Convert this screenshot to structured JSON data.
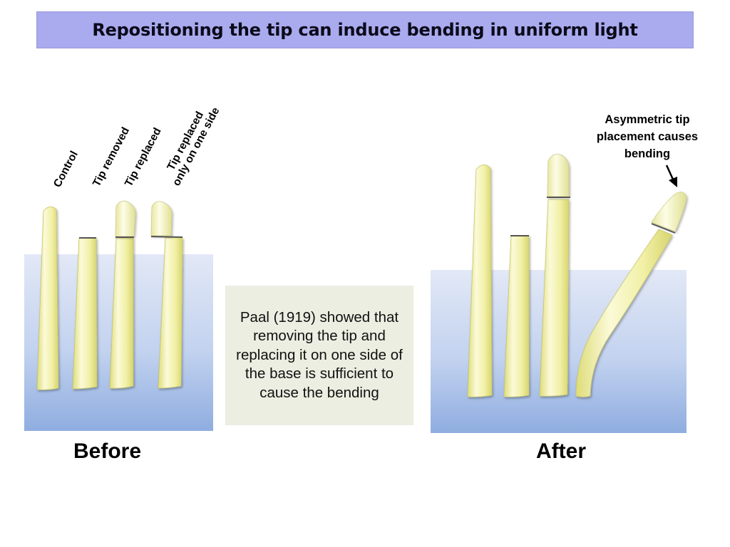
{
  "title": "Repositioning the tip can induce bending in uniform light",
  "conditions": {
    "control": "Control",
    "tip_removed": "Tip removed",
    "tip_replaced": "Tip replaced",
    "tip_replaced_side_line1": "Tip replaced",
    "tip_replaced_side_line2": "only on one side"
  },
  "note": "Paal (1919) showed that removing the tip and replacing it on one side of the base is sufficient to cause the bending",
  "before_label": "Before",
  "after_label": "After",
  "annotation": "Asymmetric tip placement causes bending",
  "colors": {
    "title_bg": "#aaaaee",
    "note_bg": "#ebeee1",
    "water_top": "#dfe6f5",
    "water_bottom": "#8faee0",
    "coleoptile_light": "#fbf9d8",
    "coleoptile_dark": "#eceb8a"
  }
}
